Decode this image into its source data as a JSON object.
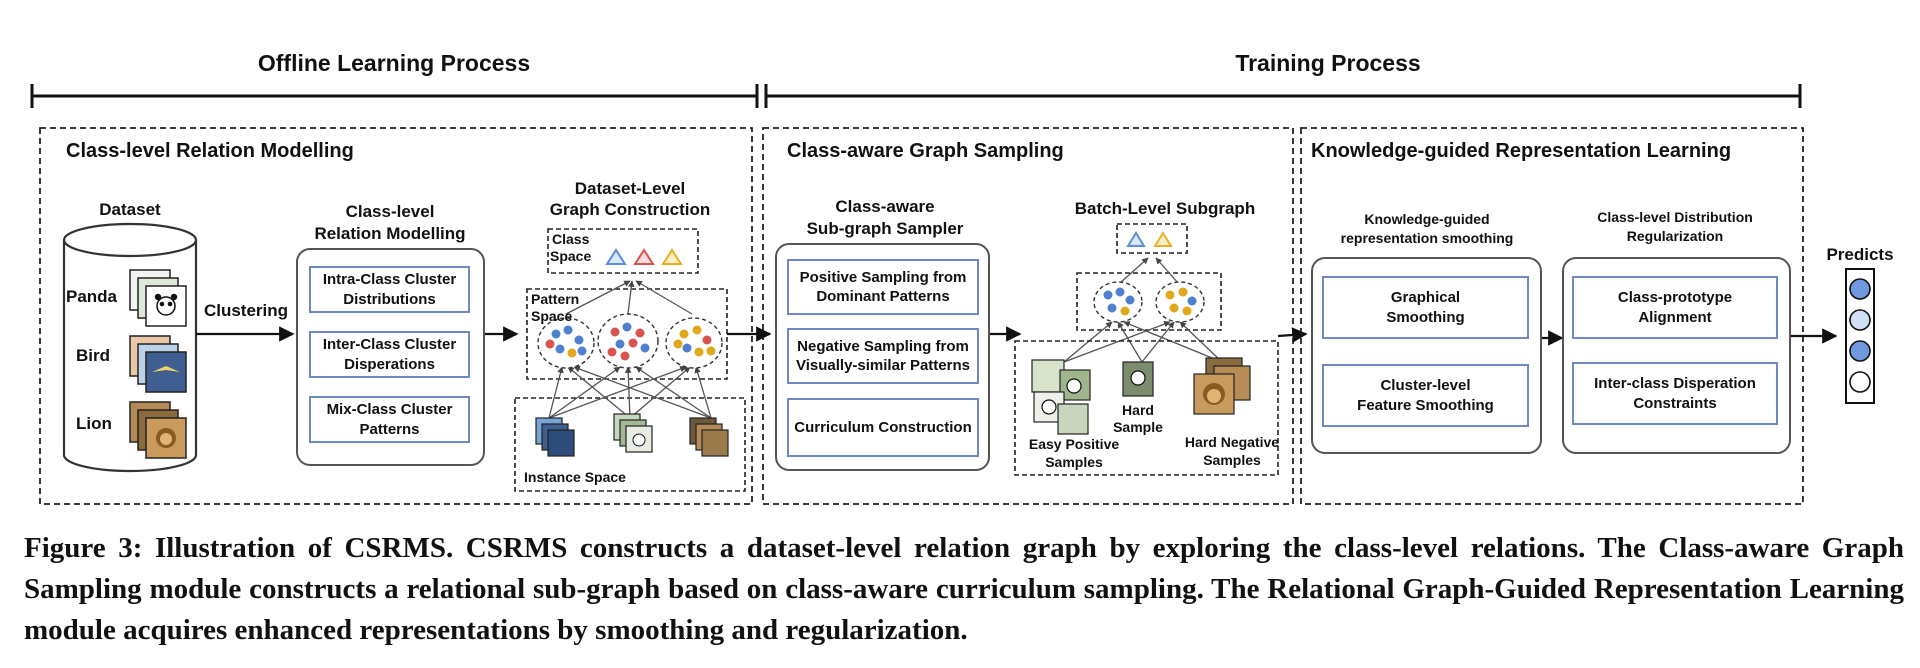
{
  "headers": {
    "offline": "Offline Learning Process",
    "training": "Training Process"
  },
  "sections": {
    "s1": "Class-level Relation Modelling",
    "s2": "Class-aware Graph Sampling",
    "s3": "Knowledge-guided Representation Learning"
  },
  "dataset": {
    "title": "Dataset",
    "classes": [
      "Panda",
      "Bird",
      "Lion"
    ],
    "clustering": "Clustering"
  },
  "relation_modelling": {
    "title_line1": "Class-level",
    "title_line2": "Relation Modelling",
    "boxes": [
      {
        "line1": "Intra-Class Cluster",
        "line2": "Distributions"
      },
      {
        "line1": "Inter-Class Cluster",
        "line2": "Disperations"
      },
      {
        "line1": "Mix-Class Cluster",
        "line2": "Patterns"
      }
    ]
  },
  "graph_construction": {
    "title_line1": "Dataset-Level",
    "title_line2": "Graph Construction",
    "class_space_line1": "Class",
    "class_space_line2": "Space",
    "pattern_space_line1": "Pattern",
    "pattern_space_line2": "Space",
    "instance_space": "Instance Space"
  },
  "sampler": {
    "title_line1": "Class-aware",
    "title_line2": "Sub-graph Sampler",
    "boxes": [
      {
        "line1": "Positive Sampling from",
        "line2": "Dominant Patterns"
      },
      {
        "line1": "Negative Sampling from",
        "line2": "Visually-similar Patterns"
      },
      {
        "line1": "Curriculum Construction",
        "line2": ""
      }
    ]
  },
  "subgraph": {
    "title": "Batch-Level Subgraph",
    "easy_line1": "Easy Positive",
    "easy_line2": "Samples",
    "hard_line1": "Hard",
    "hard_line2": "Sample",
    "hardneg_line1": "Hard Negative",
    "hardneg_line2": "Samples"
  },
  "smoothing": {
    "title_line1": "Knowledge-guided",
    "title_line2": "representation smoothing",
    "boxes": [
      {
        "line1": "Graphical",
        "line2": "Smoothing"
      },
      {
        "line1": "Cluster-level",
        "line2": "Feature Smoothing"
      }
    ]
  },
  "regularization": {
    "title_line1": "Class-level  Distribution",
    "title_line2": "Regularization",
    "boxes": [
      {
        "line1": "Class-prototype",
        "line2": "Alignment"
      },
      {
        "line1": "Inter-class Disperation",
        "line2": "Constraints"
      }
    ]
  },
  "predicts": "Predicts",
  "caption": "Figure 3: Illustration of CSRMS. CSRMS constructs a dataset-level relation graph by exploring the class-level relations. The Class-aware Graph Sampling module constructs a relational sub-graph based on class-aware curriculum sampling. The Relational Graph-Guided Representation Learning module acquires enhanced representations by smoothing and regularization.",
  "colors": {
    "box_border": "#6d89c4",
    "triangle_blue": "#5b8fd8",
    "triangle_red": "#d9534f",
    "triangle_yellow": "#e6b022",
    "dot_blue": "#4f7fcf",
    "dot_red": "#d9534f",
    "dot_yellow": "#e0a81a",
    "predict_blue": "#6f9ae0",
    "predict_light": "#cfe0f7"
  }
}
